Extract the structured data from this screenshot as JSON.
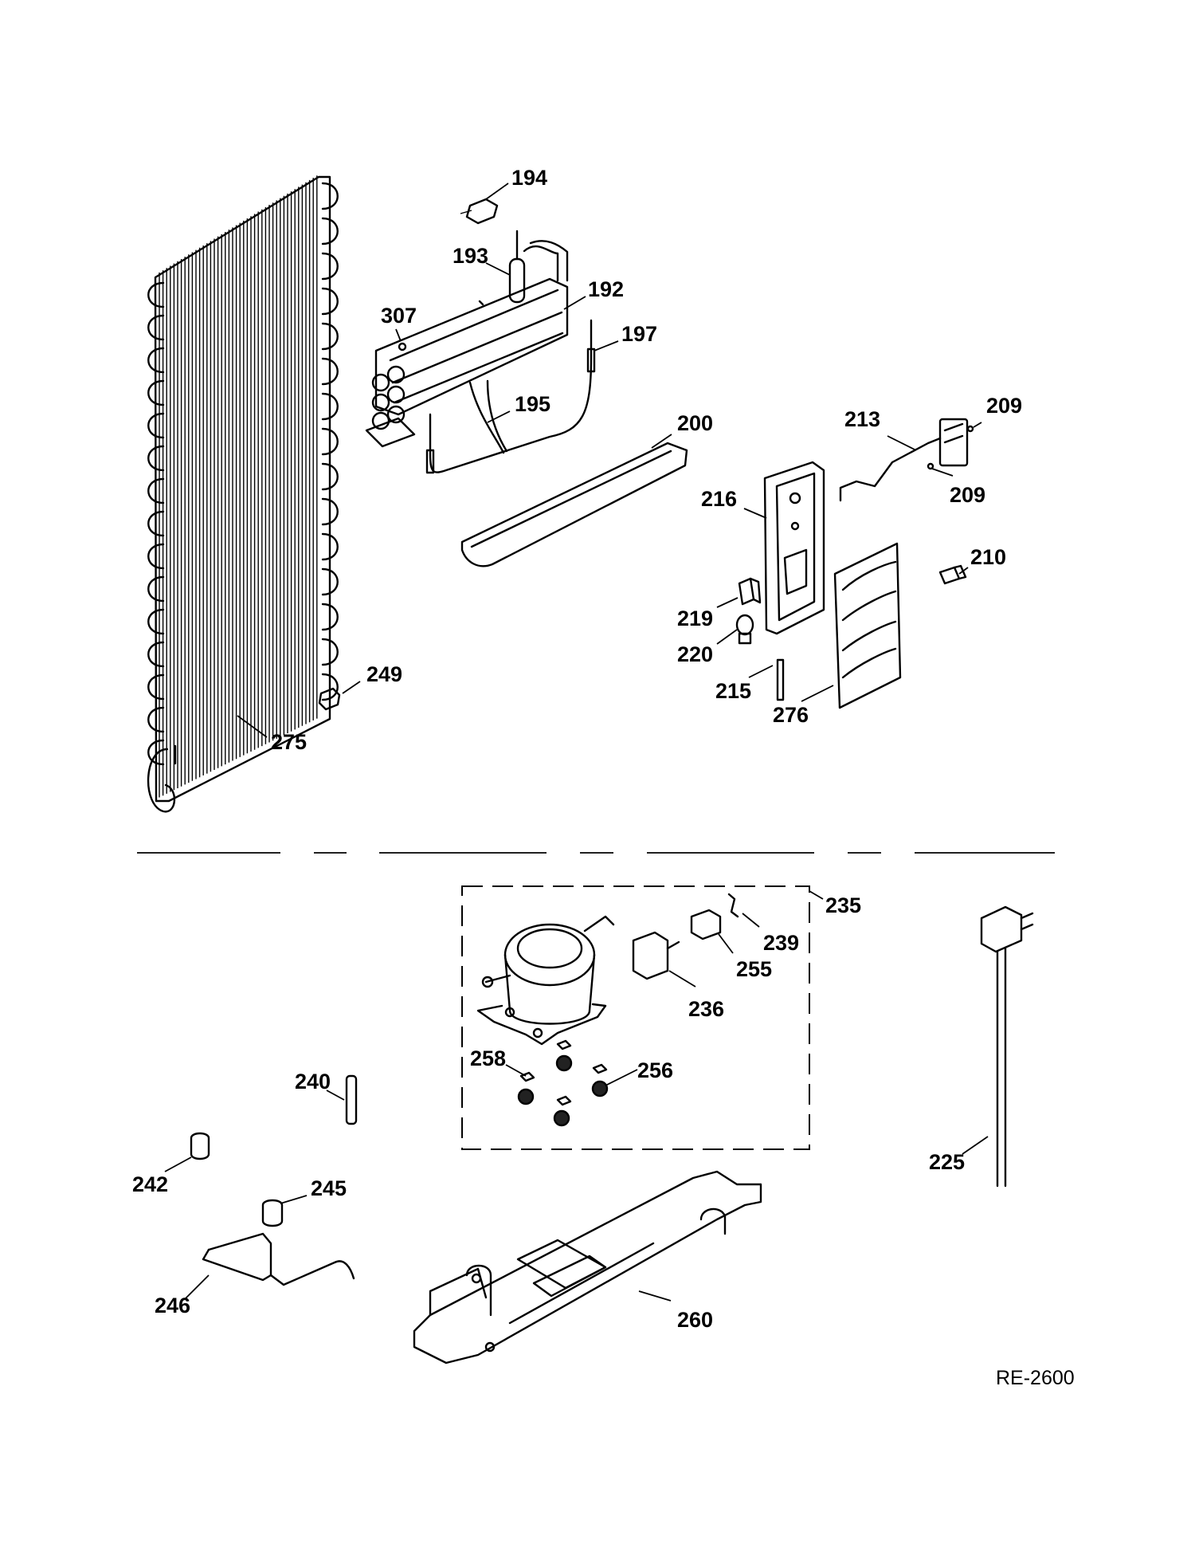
{
  "diagram_code": "RE-2600",
  "labels": {
    "p194": "194",
    "p193": "193",
    "p192": "192",
    "p307": "307",
    "p197": "197",
    "p195": "195",
    "p200": "200",
    "p213": "213",
    "p209a": "209",
    "p209b": "209",
    "p216": "216",
    "p210": "210",
    "p219": "219",
    "p220": "220",
    "p215": "215",
    "p276": "276",
    "p249": "249",
    "p275": "275",
    "p235": "235",
    "p239": "239",
    "p255": "255",
    "p236": "236",
    "p258": "258",
    "p256": "256",
    "p240": "240",
    "p242": "242",
    "p245": "245",
    "p246": "246",
    "p260": "260",
    "p225": "225"
  }
}
